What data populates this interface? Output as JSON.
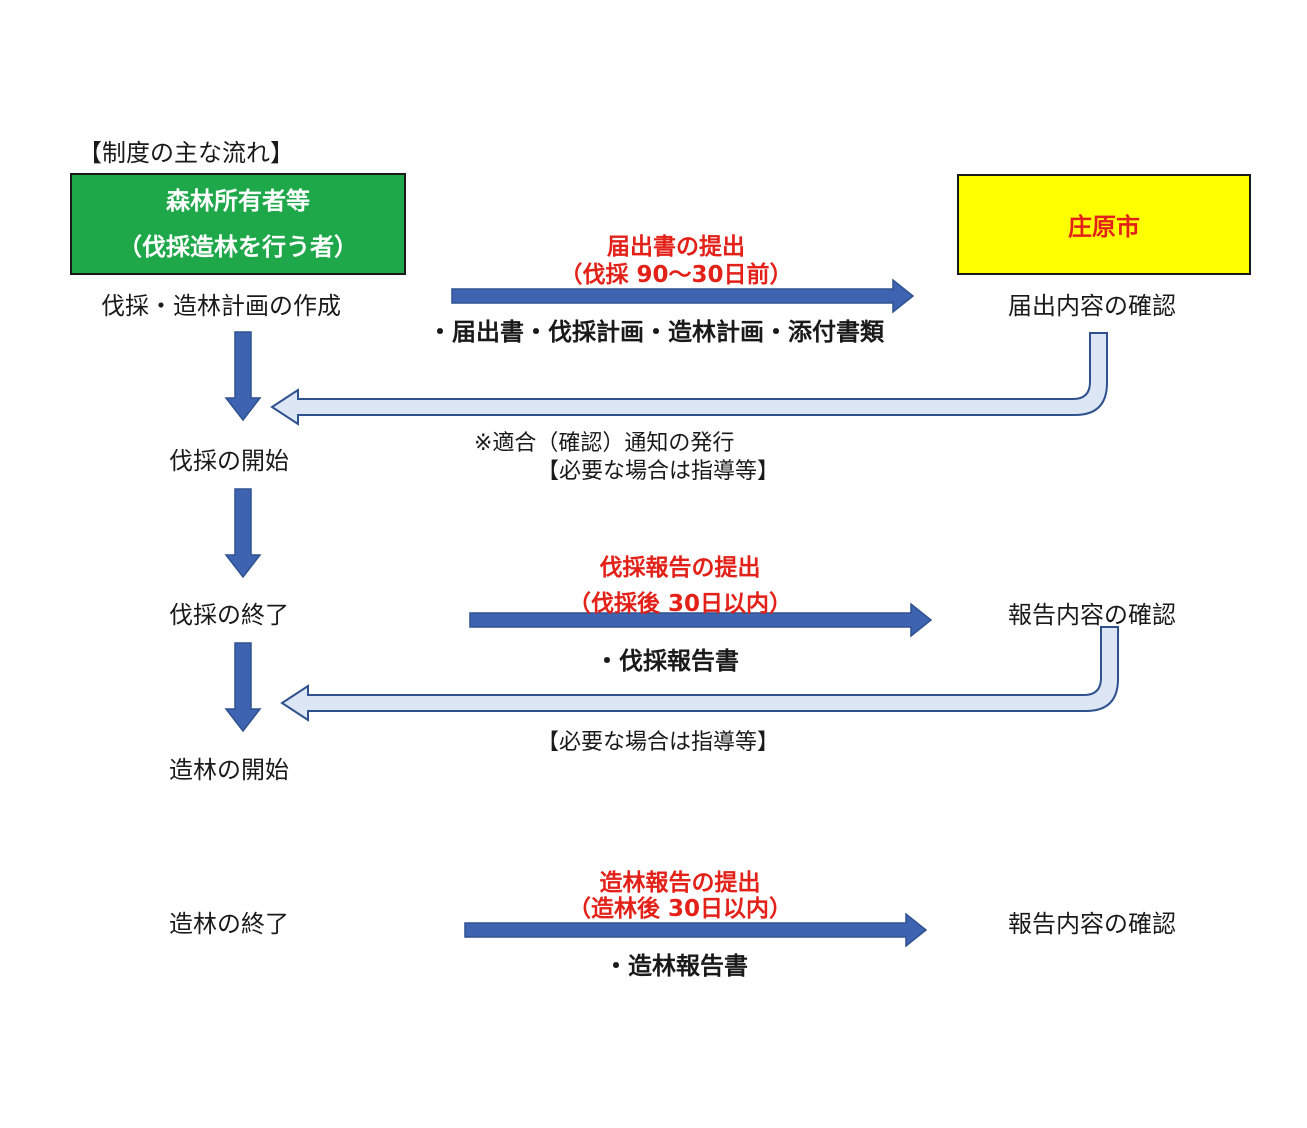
{
  "heading": "【制度の主な流れ】",
  "owner_box": {
    "line1": "森林所有者等",
    "line2": "（伐採造林を行う者）"
  },
  "city_box": {
    "label": "庄原市"
  },
  "colors": {
    "owner_box": "#1ea84a",
    "city_box": "#ffff00",
    "red_text": "#e32119",
    "arrow_blue": "#3d63b1",
    "return_arrow_fill": "#dce6f4"
  },
  "left_steps": [
    "伐採・造林計画の作成",
    "伐採の開始",
    "伐採の終了",
    "造林の開始",
    "造林の終了"
  ],
  "right_steps": [
    "届出内容の確認",
    "報告内容の確認",
    "報告内容の確認"
  ],
  "flows": [
    {
      "title": "届出書の提出",
      "subtitle": "（伐採 90～30日前）",
      "documents": "・届出書・伐採計画・造林計画・添付書類"
    },
    {
      "title": "伐採報告の提出",
      "subtitle": "（伐採後 30日以内）",
      "documents": "・伐採報告書"
    },
    {
      "title": "造林報告の提出",
      "subtitle": "（造林後 30日以内）",
      "documents": "・造林報告書"
    }
  ],
  "returns": [
    {
      "line1": "※適合（確認）通知の発行",
      "line2": "【必要な場合は指導等】"
    },
    {
      "line1": "【必要な場合は指導等】"
    }
  ]
}
